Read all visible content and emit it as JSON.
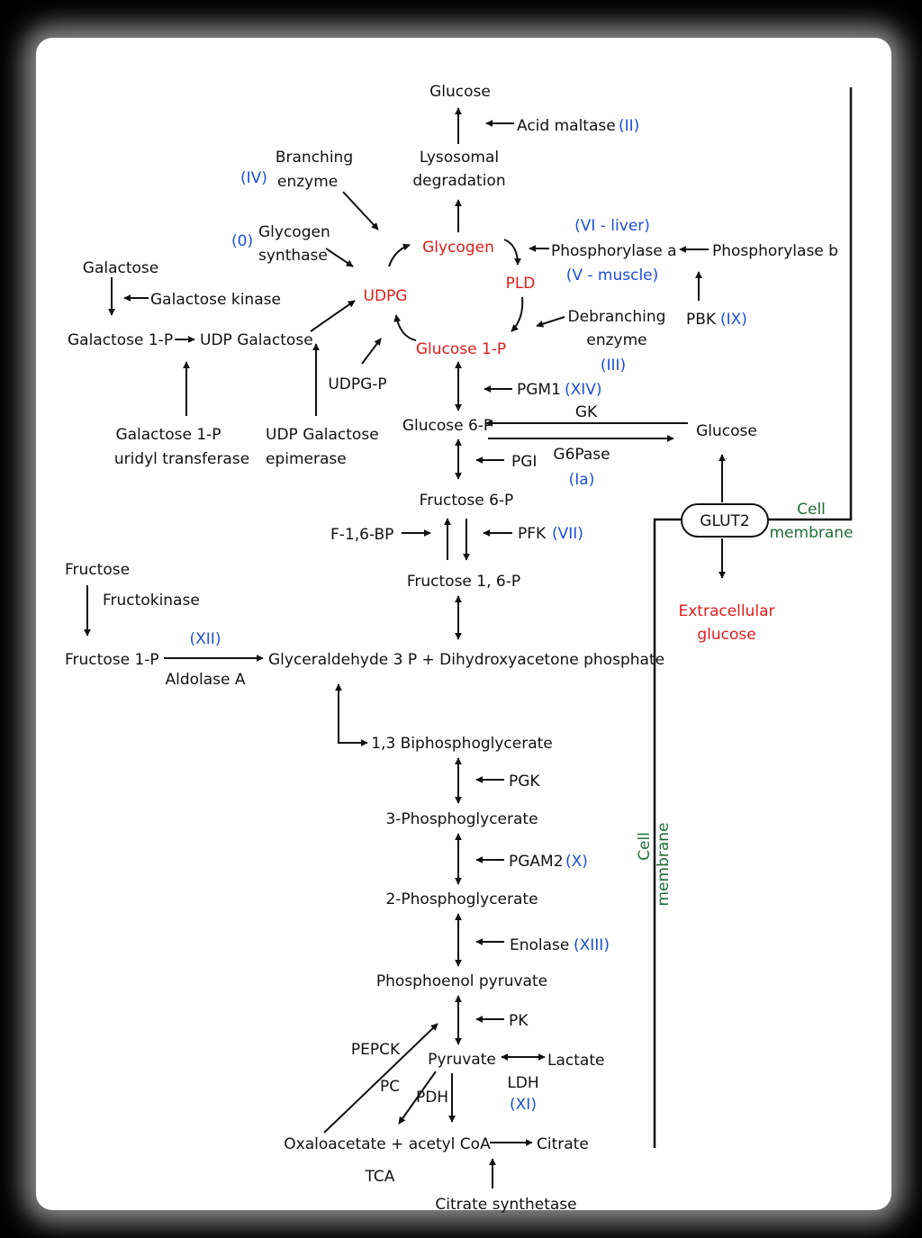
{
  "labels": {
    "glucose_top": "Glucose",
    "acid_maltase": "Acid maltase",
    "acid_maltase_type": "(II)",
    "lysosomal_1": "Lysosomal",
    "lysosomal_2": "degradation",
    "branching_1": "Branching",
    "branching_type": "(IV)",
    "branching_2": "enzyme",
    "gs_type": "(0)",
    "gs_1": "Glycogen",
    "gs_2": "synthase",
    "glycogen": "Glycogen",
    "udpg": "UDPG",
    "pld": "PLD",
    "vi_liver": "(VI - liver)",
    "phosphorylase_a": "Phosphorylase a",
    "phosphorylase_b": "Phosphorylase b",
    "v_muscle": "(V - muscle)",
    "pbk": "PBK",
    "pbk_type": "(IX)",
    "galactose": "Galactose",
    "galactose_kinase": "Galactose kinase",
    "galactose_1p": "Galactose 1-P",
    "udp_galactose": "UDP Galactose",
    "glucose_1p": "Glucose 1-P",
    "debranching_1": "Debranching",
    "debranching_2": "enzyme",
    "debranching_type": "(III)",
    "udpg_p": "UDPG-P",
    "pgm1": "PGM1",
    "pgm1_type": "(XIV)",
    "gk": "GK",
    "glucose_6p": "Glucose 6-P",
    "glucose_right": "Glucose",
    "galt_1": "Galactose 1-P",
    "galt_2": "uridyl transferase",
    "epimerase_1": "UDP Galactose",
    "epimerase_2": "epimerase",
    "pgi": "PGI",
    "g6pase": "G6Pase",
    "g6pase_type": "(Ia)",
    "fructose_6p": "Fructose 6-P",
    "glut2": "GLUT2",
    "cell_membrane_1": "Cell",
    "cell_membrane_2": "membrane",
    "f16bp": "F-1,6-BP",
    "pfk": "PFK",
    "pfk_type": "(VII)",
    "fructose": "Fructose",
    "fructokinase": "Fructokinase",
    "fructose_16p": "Fructose 1, 6-P",
    "extracellular_1": "Extracellular",
    "extracellular_2": "glucose",
    "xii_type": "(XII)",
    "fructose_1p": "Fructose 1-P",
    "g3p_dhap": "Glyceraldehyde 3 P + Dihydroxyacetone phosphate",
    "aldolase_a": "Aldolase A",
    "bpg13": "1,3 Biphosphoglycerate",
    "pgk": "PGK",
    "pg3": "3-Phosphoglycerate",
    "pgam2": "PGAM2",
    "pgam2_type": "(X)",
    "vertical_cell": "Cell",
    "vertical_membrane": "membrane",
    "pg2": "2-Phosphoglycerate",
    "enolase": "Enolase",
    "enolase_type": "(XIII)",
    "pep": "Phosphoenol pyruvate",
    "pk": "PK",
    "pepck": "PEPCK",
    "pyruvate": "Pyruvate",
    "lactate": "Lactate",
    "pc": "PC",
    "pdh": "PDH",
    "ldh": "LDH",
    "ldh_type": "(XI)",
    "oaa_acoa": "Oxaloacetate + acetyl CoA",
    "citrate": "Citrate",
    "tca": "TCA",
    "citrate_synthetase": "Citrate synthetase"
  },
  "colors": {
    "metabolite": "#111111",
    "highlight": "#e31b1b",
    "disease_type": "#1c4fd8",
    "membrane_label": "#1e6e35"
  }
}
